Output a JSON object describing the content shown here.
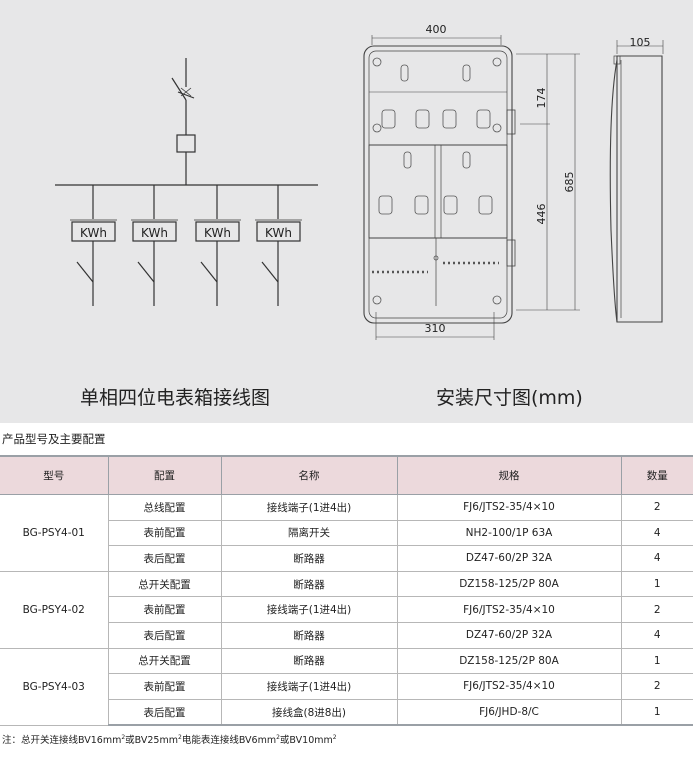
{
  "diagrams": {
    "wiring_caption": "单相四位电表箱接线图",
    "install_caption": "安装尺寸图(mm)",
    "meter_label": "KWh",
    "dim_width": "400",
    "dim_depth": "105",
    "dim_upper": "174",
    "dim_height": "685",
    "dim_lower": "446",
    "dim_mount": "310"
  },
  "section_title": "产品型号及主要配置",
  "table": {
    "headers": [
      "型号",
      "配置",
      "名称",
      "规格",
      "数量"
    ],
    "groups": [
      {
        "model": "BG-PSY4-01",
        "rows": [
          [
            "总线配置",
            "接线端子(1进4出)",
            "FJ6/JTS2-35/4×10",
            "2"
          ],
          [
            "表前配置",
            "隔离开关",
            "NH2-100/1P  63A",
            "4"
          ],
          [
            "表后配置",
            "断路器",
            "DZ47-60/2P  32A",
            "4"
          ]
        ]
      },
      {
        "model": "BG-PSY4-02",
        "rows": [
          [
            "总开关配置",
            "断路器",
            "DZ158-125/2P  80A",
            "1"
          ],
          [
            "表前配置",
            "接线端子(1进4出)",
            "FJ6/JTS2-35/4×10",
            "2"
          ],
          [
            "表后配置",
            "断路器",
            "DZ47-60/2P  32A",
            "4"
          ]
        ]
      },
      {
        "model": "BG-PSY4-03",
        "rows": [
          [
            "总开关配置",
            "断路器",
            "DZ158-125/2P  80A",
            "1"
          ],
          [
            "表前配置",
            "接线端子(1进4出)",
            "FJ6/JTS2-35/4×10",
            "2"
          ],
          [
            "表后配置",
            "接线盒(8进8出)",
            "FJ6/JHD-8/C",
            "1"
          ]
        ]
      }
    ]
  },
  "note": {
    "p1": "注：总开关连接线BV16mm",
    "s1": "2",
    "p2": "或BV25mm",
    "s2": "2",
    "p3": "电能表连接线BV6mm",
    "s3": "2",
    "p4": "或BV10mm",
    "s4": "2"
  }
}
